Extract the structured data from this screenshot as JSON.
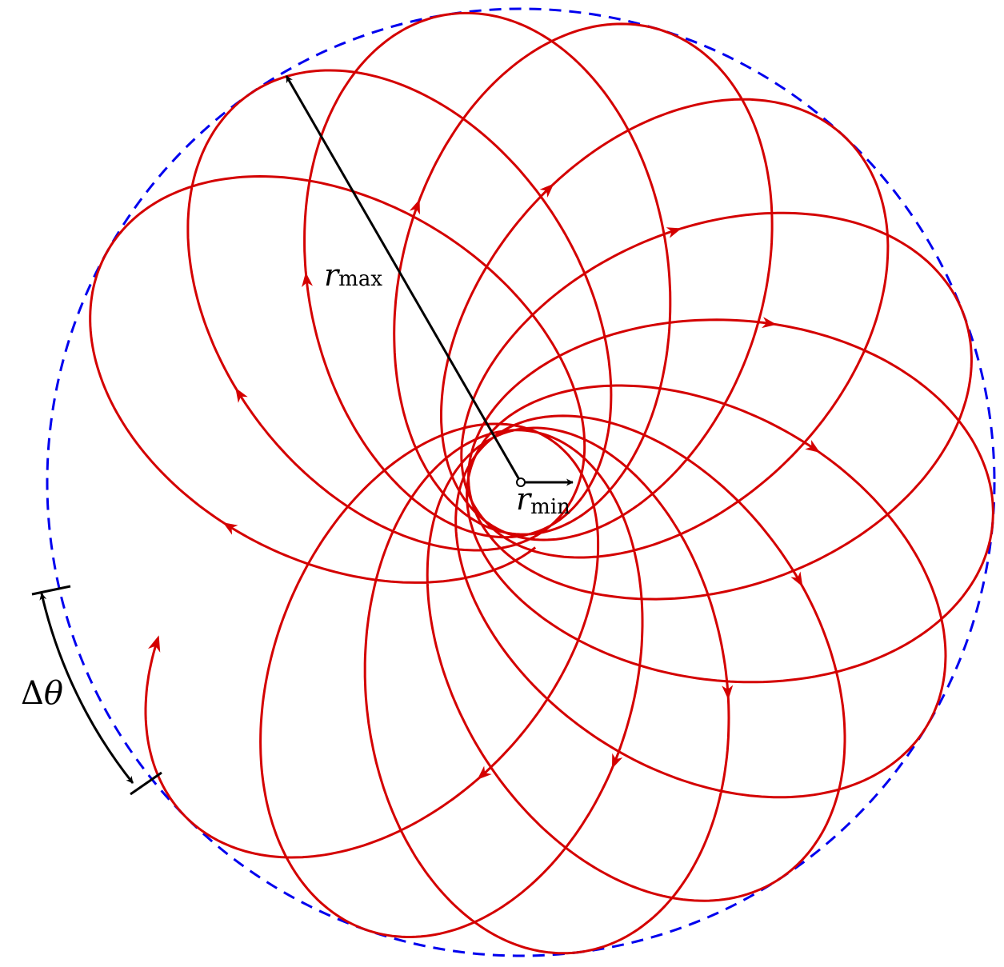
{
  "diagram": {
    "labels": {
      "r_max_symbol": "r",
      "r_max_subscript": "max",
      "r_min_symbol": "r",
      "r_min_subscript": "min",
      "delta_theta_symbol": "Δ",
      "delta_theta_var": "θ"
    },
    "colors": {
      "orbit": "#d40000",
      "boundary": "#0000ee",
      "annotation": "#000000"
    },
    "orbit": {
      "r_min": 65,
      "r_max": 592,
      "delta_theta_deg": 26
    }
  }
}
